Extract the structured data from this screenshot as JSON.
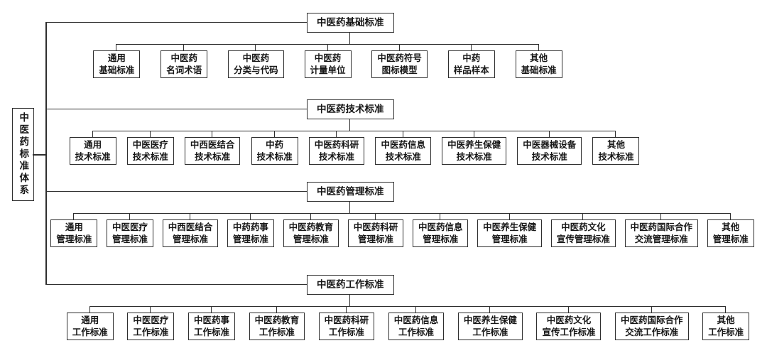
{
  "root": {
    "label": "中医药标准体系"
  },
  "branches": [
    {
      "label": "中医药基础标准",
      "children": [
        "通用\n基础标准",
        "中医药\n名词术语",
        "中医药\n分类与代码",
        "中医药\n计量单位",
        "中医药符号\n图标模型",
        "中药\n样品样本",
        "其他\n基础标准"
      ]
    },
    {
      "label": "中医药技术标准",
      "children": [
        "通用\n技术标准",
        "中医医疗\n技术标准",
        "中西医结合\n技术标准",
        "中药\n技术标准",
        "中医药科研\n技术标准",
        "中医药信息\n技术标准",
        "中医养生保健\n技术标准",
        "中医器械设备\n技术标准",
        "其他\n技术标准"
      ]
    },
    {
      "label": "中医药管理标准",
      "children": [
        "通用\n管理标准",
        "中医医疗\n管理标准",
        "中西医结合\n管理标准",
        "中药药事\n管理标准",
        "中医药教育\n管理标准",
        "中医药科研\n管理标准",
        "中医药信息\n管理标准",
        "中医养生保健\n管理标准",
        "中医药文化\n宣传管理标准",
        "中医药国际合作\n交流管理标准",
        "其他\n管理标准"
      ]
    },
    {
      "label": "中医药工作标准",
      "children": [
        "通用\n工作标准",
        "中医医疗\n工作标准",
        "中医药事\n工作标准",
        "中医药教育\n工作标准",
        "中医药科研\n工作标准",
        "中医药信息\n工作标准",
        "中医养生保健\n工作标准",
        "中医药文化\n宣传工作标准",
        "中医药国际合作\n交流工作标准",
        "其他\n工作标准"
      ]
    }
  ]
}
